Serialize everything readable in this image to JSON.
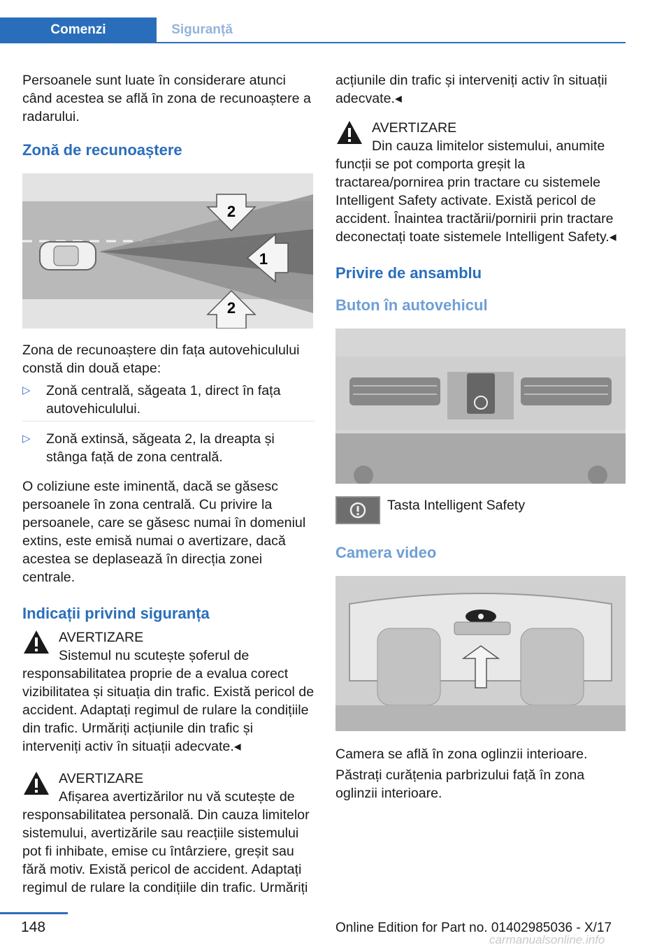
{
  "header": {
    "tab_active": "Comenzi",
    "tab_inactive": "Siguranță"
  },
  "left": {
    "intro": "Persoanele sunt luate în considerare atunci când acestea se află în zona de recunoaștere a radarului.",
    "h_zone": "Zonă de recunoaștere",
    "fig1_labels": [
      "2",
      "1",
      "2"
    ],
    "zone_text": "Zona de recunoaștere din fața autovehiculului constă din două etape:",
    "bullets": [
      "Zonă centrală, săgeata 1, direct în fața autovehiculului.",
      "Zonă extinsă, săgeata 2, la dreapta și stânga față de zona centrală."
    ],
    "collision_text": "O coliziune este iminentă, dacă se găsesc persoanele în zona centrală. Cu privire la persoanele, care se găsesc numai în domeniul extins, este emisă numai o avertizare, dacă acestea se deplasează în direcția zonei centrale.",
    "h_safety": "Indicații privind siguranța",
    "warn1_title": "AVERTIZARE",
    "warn1_text": "Sistemul nu scutește șoferul de responsabilitatea proprie de a evalua corect vizibilitatea și situația din trafic. Există pericol de accident. Adaptați regimul de rulare la condițiile din trafic. Urmăriți acțiunile din trafic și interveniți activ în situații adecvate.◂",
    "warn2_title": "AVERTIZARE",
    "warn2_text": "Afișarea avertizărilor nu vă scutește de responsabilitatea personală. Din cauza limitelor sistemului, avertizările sau reacțiile sistemului pot fi inhibate, emise cu întârziere, greșit sau fără motiv. Există pericol de accident. Adaptați regimul de rulare la condițiile din trafic. Urmăriți"
  },
  "right": {
    "cont_text": "acțiunile din trafic și interveniți activ în situații adecvate.◂",
    "warn3_title": "AVERTIZARE",
    "warn3_text": "Din cauza limitelor sistemului, anumite funcții se pot comporta greșit la tractarea/pornirea prin tractare cu sistemele Intelligent Safety activate. Există pericol de accident. Înaintea tractării/pornirii prin tractare deconectați toate sistemele Intelligent Safety.◂",
    "h_overview": "Privire de ansamblu",
    "h_button": "Buton în autovehicul",
    "button_caption": "Tasta Intelligent Safety",
    "h_camera": "Camera video",
    "camera_text1": "Camera se află în zona oglinzii interioare.",
    "camera_text2": "Păstrați curățenia parbrizului față în zona oglinzii interioare."
  },
  "footer": {
    "page": "148",
    "edition": "Online Edition for Part no. 01402985036 - X/17",
    "site": "carmanualsonline.info"
  }
}
